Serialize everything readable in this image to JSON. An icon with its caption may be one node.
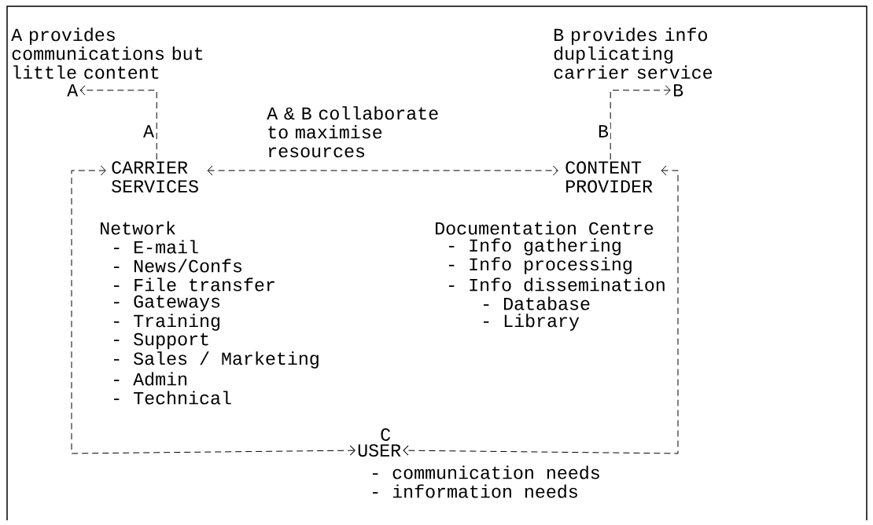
{
  "diagram": {
    "nodes": [
      {
        "text": [
          "A provides communications but little content"
        ]
      },
      {
        "text": [
          "A"
        ]
      },
      {
        "text": [
          "B provides info duplicating carrier service"
        ]
      },
      {
        "text": [
          "B"
        ]
      },
      {
        "text": [
          "CARRIER SERVICES"
        ]
      },
      {
        "text": [
          "CONTENT PROVIDER"
        ]
      },
      {
        "text": [
          "USER"
        ],
        "beside": [
          "C",
          "- communication needs",
          "- information needs"
        ]
      }
    ],
    "edges": [
      {
        "from": 4,
        "to": 1,
        "arrow": "to",
        "label": "A",
        "style": "dashed"
      },
      {
        "from": 5,
        "to": 3,
        "arrow": "to",
        "label": "B",
        "style": "dashed"
      },
      {
        "from": 4,
        "to": 5,
        "arrow": "both",
        "label": "A & B collaborate to maximise resources",
        "style": "dashed"
      },
      {
        "from": 4,
        "to": 6,
        "arrow": "both",
        "style": "dashed"
      },
      {
        "from": 5,
        "to": 6,
        "arrow": "both",
        "style": "dashed"
      }
    ],
    "labels": [
      "Network",
      "- E-mail",
      "- News/Confs",
      "- File transfer",
      "- Gateways",
      "- Training",
      "- Support",
      "- Sales / Marketing",
      "- Admin",
      "- Technical",
      "Documentation Centre",
      "- Info gathering",
      "- Info processing",
      "- Info dissemination",
      "- Database",
      "- Library"
    ]
  }
}
